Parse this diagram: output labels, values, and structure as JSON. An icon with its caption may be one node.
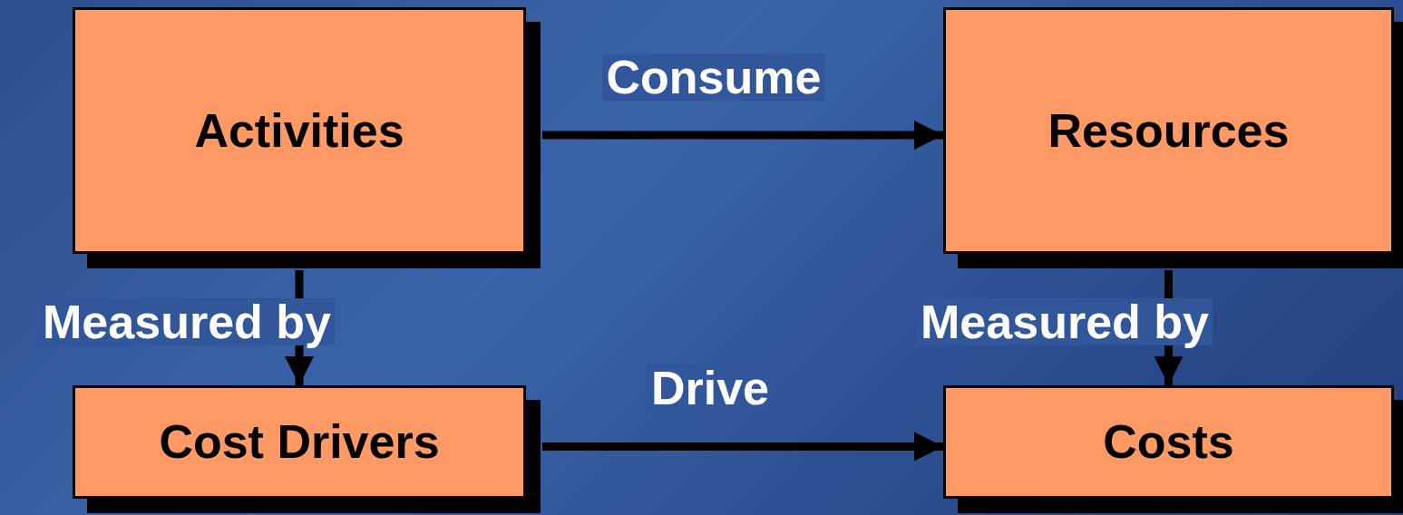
{
  "diagram": {
    "nodes": [
      {
        "text": [
          "Activities"
        ]
      },
      {
        "text": [
          "Resources"
        ]
      },
      {
        "text": [
          "Cost Drivers"
        ]
      },
      {
        "text": [
          "Costs"
        ]
      }
    ],
    "edges": [
      {
        "from": 0,
        "to": 1,
        "arrow": "to",
        "label": "Consume"
      },
      {
        "from": 0,
        "to": 2,
        "arrow": "to",
        "label": "Measured by"
      },
      {
        "from": 1,
        "to": 3,
        "arrow": "to",
        "label": "Measured by"
      },
      {
        "from": 2,
        "to": 3,
        "arrow": "to",
        "label": "Drive"
      }
    ]
  }
}
